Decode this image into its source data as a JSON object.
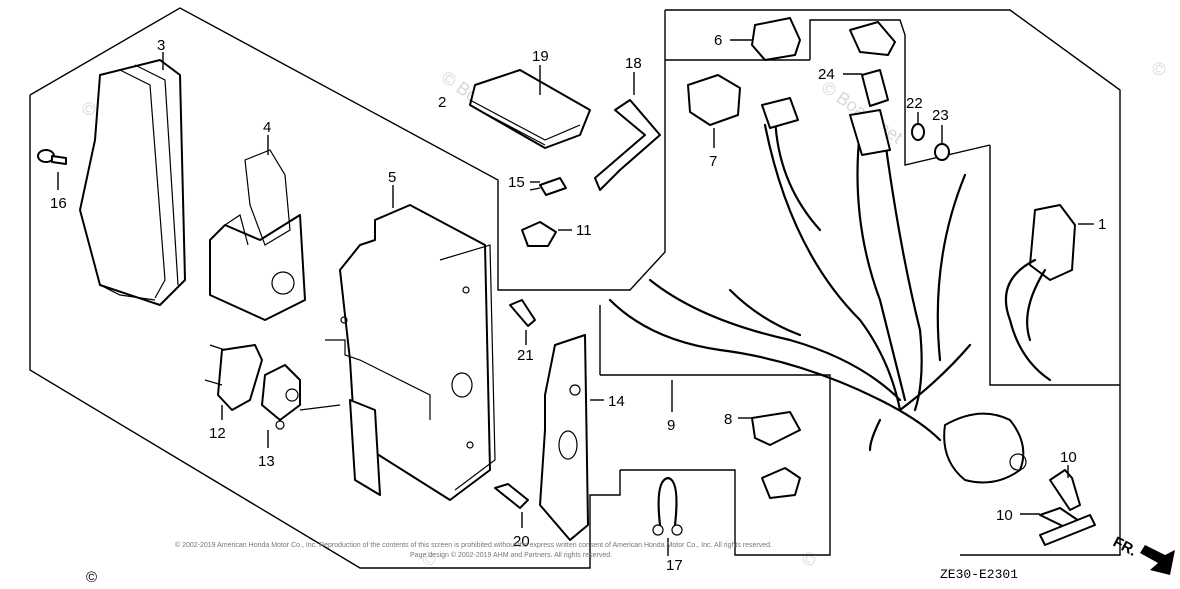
{
  "diagram": {
    "code": "ZE30-E2301",
    "direction_label": "FR.",
    "copyright_symbol": "©",
    "copyright_line1": "© 2002-2019 American Honda Motor Co., Inc. Reproduction of the contents of this screen is prohibited without the express written consent of American Honda Motor Co., Inc. All rights reserved.",
    "copyright_line2": "Page design © 2002-2019 AHM and Partners. All rights reserved."
  },
  "callouts": {
    "c1": "1",
    "c2": "2",
    "c3": "3",
    "c4": "4",
    "c5": "5",
    "c6": "6",
    "c7": "7",
    "c8": "8",
    "c9": "9",
    "c10a": "10",
    "c10b": "10",
    "c11": "11",
    "c12": "12",
    "c13": "13",
    "c14": "14",
    "c15": "15",
    "c16": "16",
    "c17": "17",
    "c18": "18",
    "c19": "19",
    "c20": "20",
    "c21": "21",
    "c22": "22",
    "c23": "23",
    "c24": "24"
  }
}
